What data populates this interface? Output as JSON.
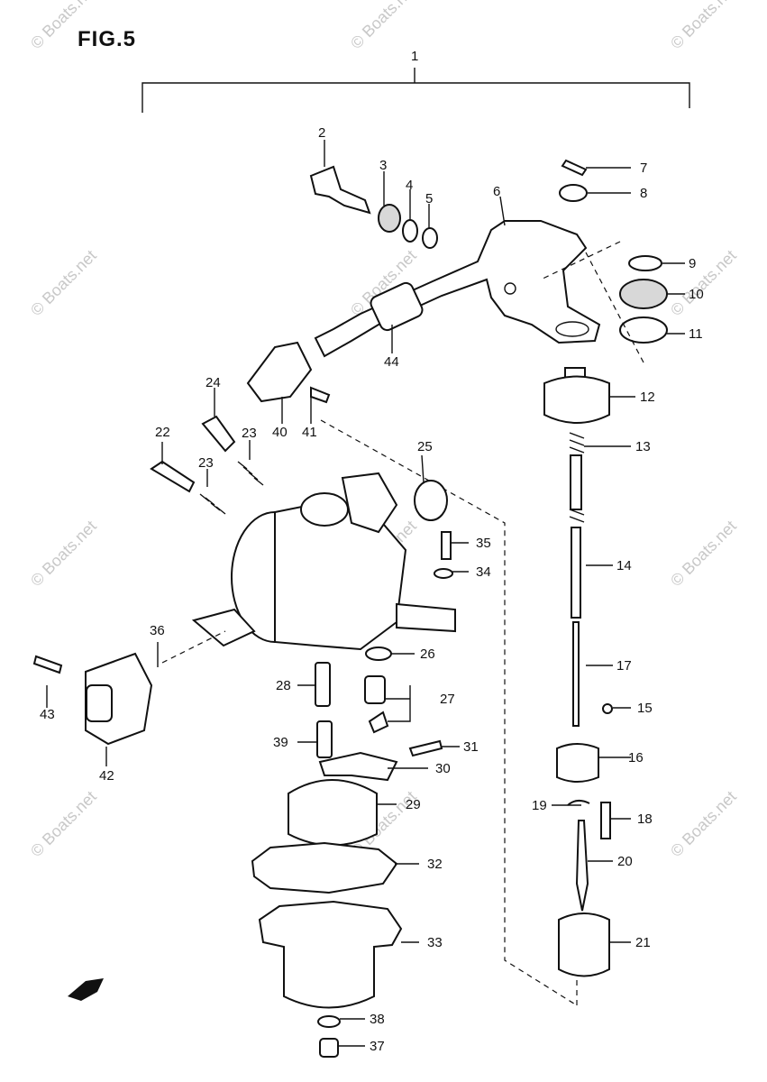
{
  "figure": {
    "title": "FIG.5"
  },
  "watermark": {
    "text": "© Boats.net"
  },
  "callouts": [
    "1",
    "2",
    "3",
    "4",
    "5",
    "6",
    "7",
    "8",
    "9",
    "10",
    "11",
    "12",
    "13",
    "14",
    "15",
    "16",
    "17",
    "18",
    "19",
    "20",
    "21",
    "22",
    "23",
    "23",
    "24",
    "25",
    "26",
    "27",
    "28",
    "29",
    "30",
    "31",
    "32",
    "33",
    "34",
    "35",
    "36",
    "37",
    "38",
    "39",
    "40",
    "41",
    "42",
    "43",
    "44"
  ],
  "direction_marker": {
    "icon": "fwd-arrow-icon"
  }
}
